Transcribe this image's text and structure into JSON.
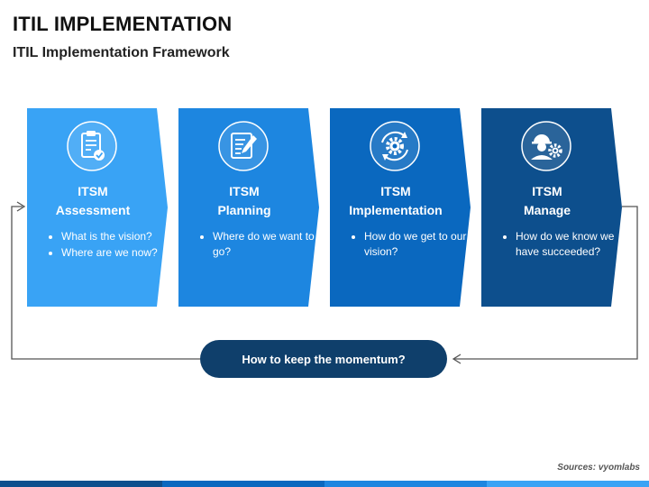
{
  "header": {
    "title": "ITIL IMPLEMENTATION",
    "subtitle": "ITIL Implementation Framework"
  },
  "steps": [
    {
      "line1": "ITSM",
      "line2": "Assessment",
      "icon": "clipboard-check-icon",
      "color": "#39a3f5",
      "bullets": [
        "What is the vision?",
        "Where are we now?"
      ]
    },
    {
      "line1": "ITSM",
      "line2": "Planning",
      "icon": "document-edit-icon",
      "color": "#1d86e0",
      "bullets": [
        "Where do we want to go?"
      ]
    },
    {
      "line1": "ITSM",
      "line2": "Implementation",
      "icon": "gear-cycle-icon",
      "color": "#0a68bf",
      "bullets": [
        "How do we get to our vision?"
      ]
    },
    {
      "line1": "ITSM",
      "line2": "Manage",
      "icon": "engineer-gear-icon",
      "color": "#0d4f8d",
      "bullets": [
        "How do we know we have succeeded?"
      ]
    }
  ],
  "cta": {
    "label": "How to keep the momentum?",
    "color": "#0f3f6b"
  },
  "footer": {
    "source": "Sources: vyomlabs"
  },
  "colors": {
    "connector": "#555555",
    "bar": [
      "#0d4f8d",
      "#0a68bf",
      "#1d86e0",
      "#39a3f5"
    ]
  }
}
